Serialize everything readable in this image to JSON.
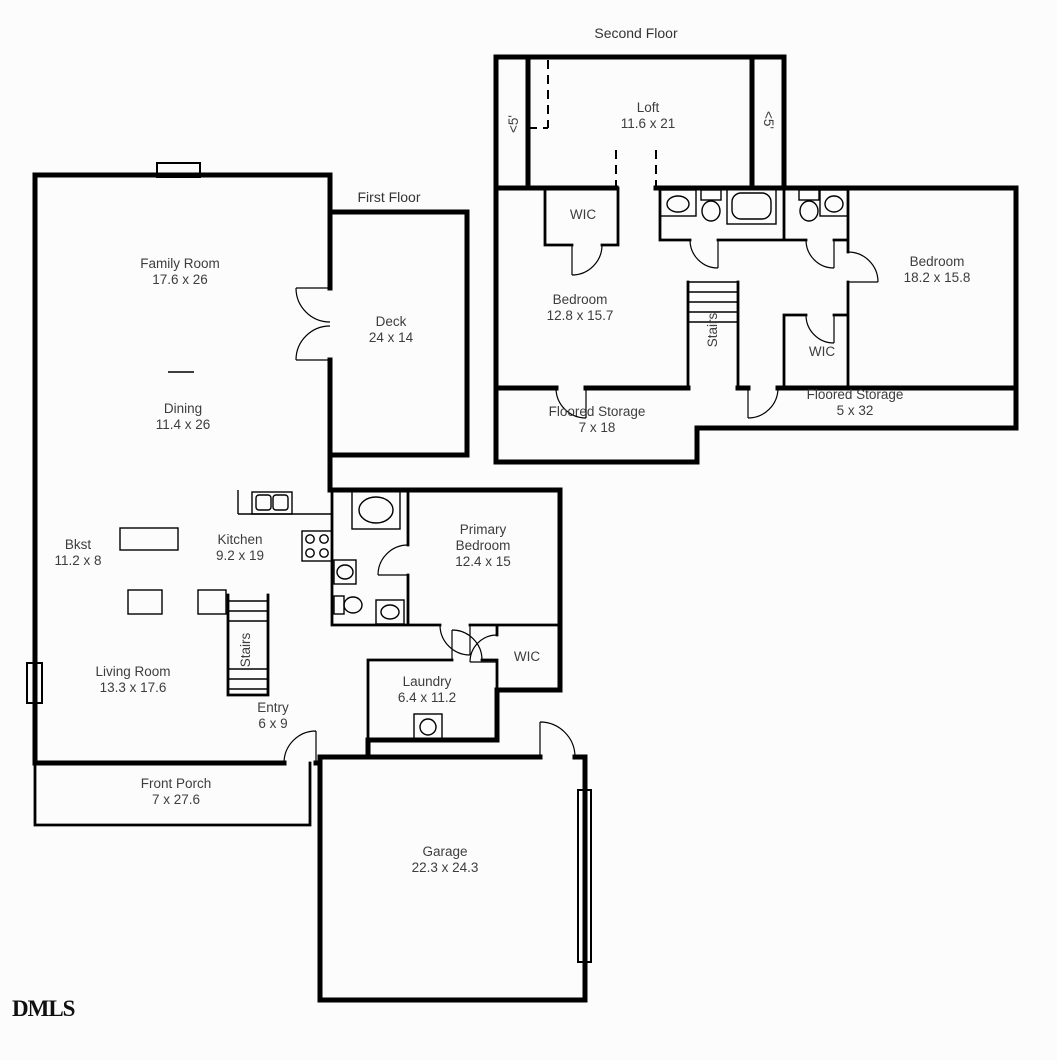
{
  "watermark": "DMLS",
  "colors": {
    "wall": "#000000",
    "text": "#3d3d3d",
    "background": "#fcfcfc"
  },
  "floors": {
    "second": {
      "title": "Second Floor",
      "rooms": {
        "loft": {
          "name": "Loft",
          "dims": "11.6 x 21"
        },
        "knee_left": {
          "name": "<5'"
        },
        "knee_right": {
          "name": "<5'"
        },
        "wic_hall": {
          "name": "WIC"
        },
        "bedroom_left": {
          "name": "Bedroom",
          "dims": "12.8 x 15.7"
        },
        "stairs": {
          "name": "Stairs"
        },
        "bedroom_right": {
          "name": "Bedroom",
          "dims": "18.2 x 15.8"
        },
        "wic_right": {
          "name": "WIC"
        },
        "storage_left": {
          "name": "Floored Storage",
          "dims": "7 x 18"
        },
        "storage_right": {
          "name": "Floored Storage",
          "dims": "5 x 32"
        }
      }
    },
    "first": {
      "title": "First Floor",
      "rooms": {
        "family": {
          "name": "Family Room",
          "dims": "17.6 x 26"
        },
        "deck": {
          "name": "Deck",
          "dims": "24 x 14"
        },
        "dining": {
          "name": "Dining",
          "dims": "11.4 x 26"
        },
        "bkst": {
          "name": "Bkst",
          "dims": "11.2 x 8"
        },
        "kitchen": {
          "name": "Kitchen",
          "dims": "9.2 x 19"
        },
        "primary": {
          "name": "Primary",
          "name2": "Bedroom",
          "dims": "12.4 x 15"
        },
        "living": {
          "name": "Living Room",
          "dims": "13.3 x 17.6"
        },
        "stairs": {
          "name": "Stairs"
        },
        "entry": {
          "name": "Entry",
          "dims": "6 x 9"
        },
        "laundry": {
          "name": "Laundry",
          "dims": "6.4 x 11.2"
        },
        "wic": {
          "name": "WIC"
        },
        "porch": {
          "name": "Front Porch",
          "dims": "7 x 27.6"
        },
        "garage": {
          "name": "Garage",
          "dims": "22.3 x 24.3"
        }
      }
    }
  }
}
